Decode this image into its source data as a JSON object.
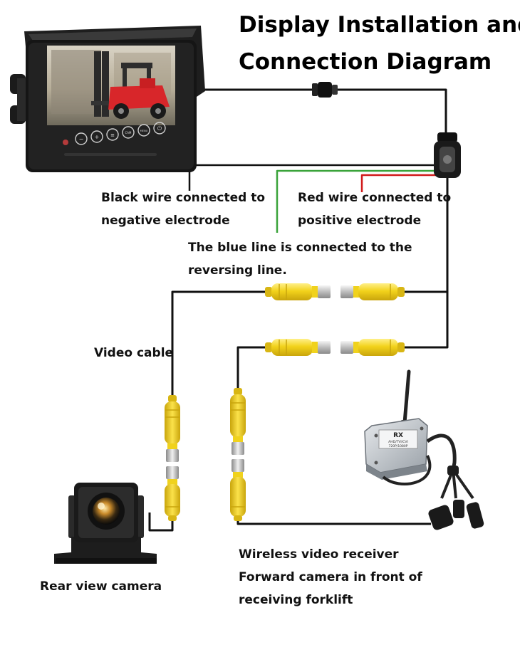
{
  "title": {
    "line1": "Display Installation and",
    "line2": "Connection Diagram"
  },
  "labels": {
    "black_wire": [
      "Black wire connected to",
      "negative electrode"
    ],
    "red_wire": [
      "Red wire connected to",
      "positive electrode"
    ],
    "blue_line": [
      "The blue line is connected to the",
      "reversing line."
    ],
    "video_cable": "Video cable",
    "rear_camera": "Rear view camera",
    "receiver": [
      "Wireless video receiver",
      "Forward camera in front of",
      "receiving forklift"
    ]
  },
  "receiver_box": {
    "brand": "RX",
    "model": "AHD/TVI/CVI",
    "resolution": "720P/1080P"
  },
  "monitor_buttons": [
    "−",
    "+",
    "≡",
    "CAM",
    "MENU",
    "⏻"
  ],
  "colors": {
    "wire": "#111111",
    "red_wire": "#d11a1a",
    "green_wire": "#3aa33a",
    "rca_yellow": "#f2d21b",
    "rca_metal": "#d9d9d9"
  }
}
